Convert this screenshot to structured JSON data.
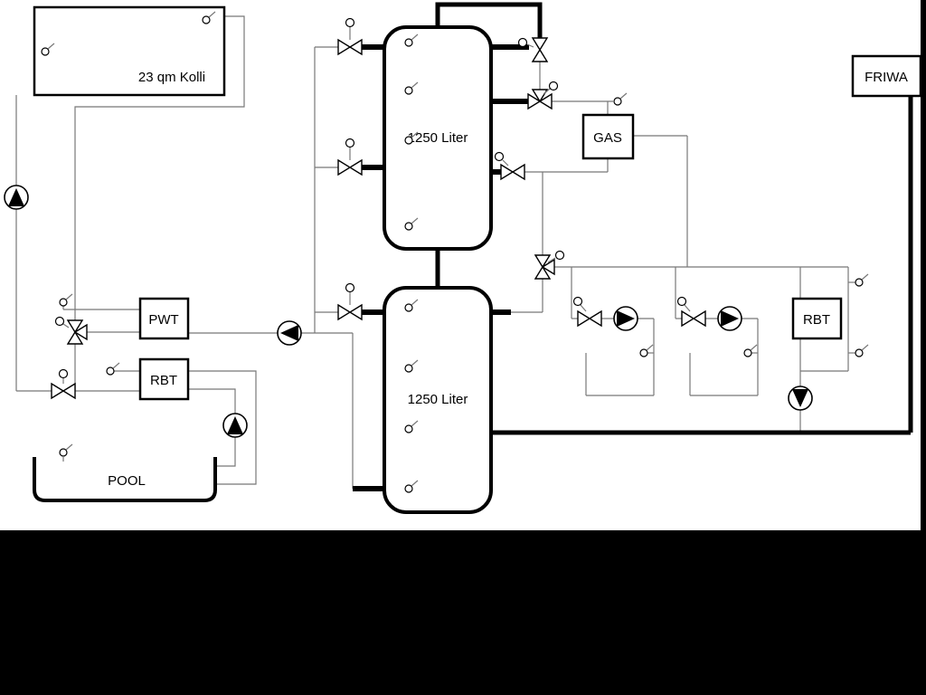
{
  "diagram": {
    "collector_label": "23 qm Kolli",
    "tank_top_label": "1250 Liter",
    "tank_bottom_label": "1250 Liter",
    "gas_label": "GAS",
    "friwa_label": "FRIWA",
    "pwt_label": "PWT",
    "rbt_left_label": "RBT",
    "rbt_right_label": "RBT",
    "pool_label": "POOL"
  },
  "colors": {
    "background": "#ffffff",
    "pipe_thin": "#787878",
    "pipe_thick": "#000000",
    "frame": "#000000"
  },
  "icons": {
    "pump": "circle with solid triangle showing flow direction",
    "valve": "bowtie with actuator circle",
    "three_way_valve": "bowtie with third triangle and actuator circle",
    "sensor": "small circle with tick lead"
  }
}
